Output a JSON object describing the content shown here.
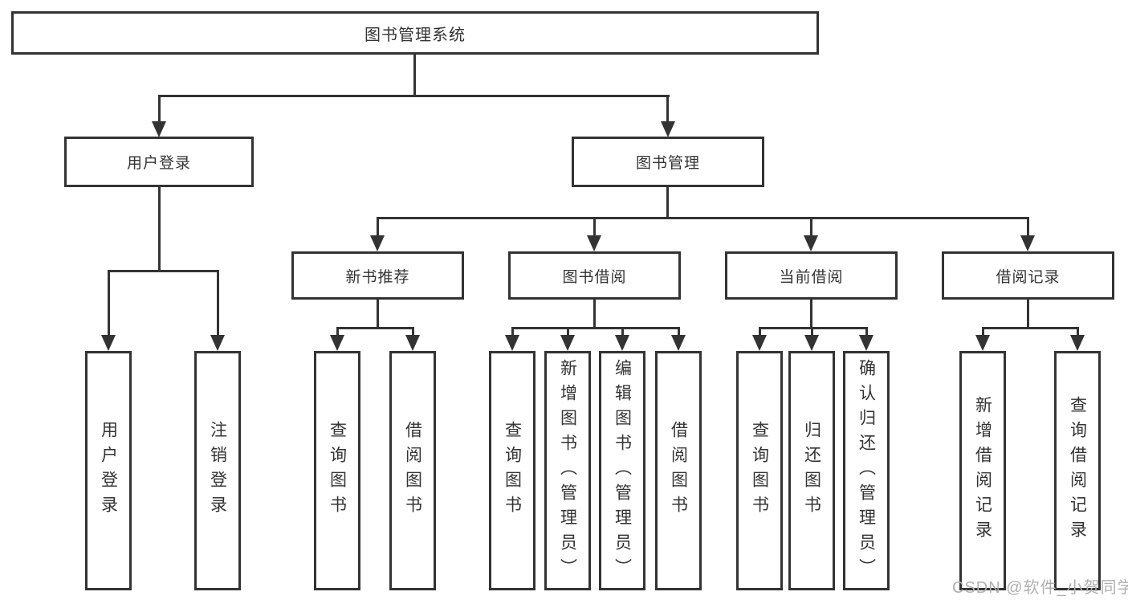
{
  "root": {
    "label": "图书管理系统"
  },
  "level2": [
    {
      "label": "用户登录"
    },
    {
      "label": "图书管理"
    }
  ],
  "level3": [
    {
      "label": "新书推荐"
    },
    {
      "label": "图书借阅"
    },
    {
      "label": "当前借阅"
    },
    {
      "label": "借阅记录"
    }
  ],
  "leaves": [
    {
      "label": "用户登录"
    },
    {
      "label": "注销登录"
    },
    {
      "label": "查询图书"
    },
    {
      "label": "借阅图书"
    },
    {
      "label": "查询图书"
    },
    {
      "label": "新增图书（管理员）"
    },
    {
      "label": "编辑图书（管理员）"
    },
    {
      "label": "借阅图书"
    },
    {
      "label": "查询图书"
    },
    {
      "label": "归还图书"
    },
    {
      "label": "确认归还（管理员）"
    },
    {
      "label": "新增借阅记录"
    },
    {
      "label": "查询借阅记录"
    }
  ],
  "watermark": {
    "text": "CSDN @软件_小贺同学"
  },
  "colors": {
    "line": "#333333",
    "text": "#333333",
    "watermark": "#b0b0b0",
    "background": "#ffffff"
  }
}
